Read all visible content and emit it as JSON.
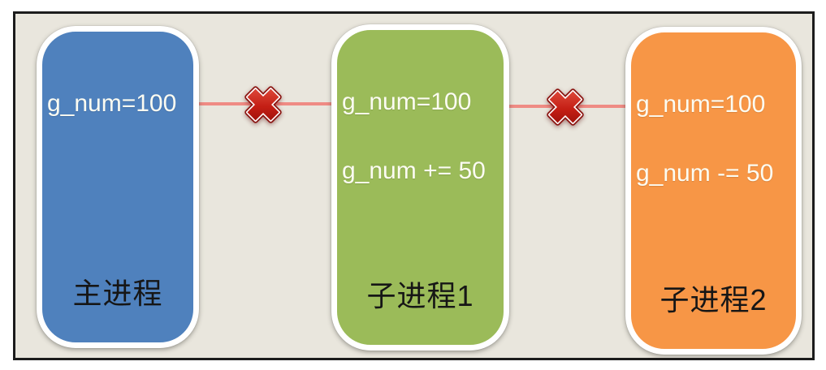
{
  "diagram": {
    "background_color": "#e9e6dd",
    "frame_color": "#1c1c1c",
    "connector_line_color": "#ef8b84",
    "connector_icon": "red-cross-icon",
    "boxes": [
      {
        "name": "main-process",
        "fill": "#4f81bd",
        "code_lines": [
          "g_num=100"
        ],
        "label": "主进程"
      },
      {
        "name": "child-process-1",
        "fill": "#9bbb59",
        "code_lines": [
          "g_num=100",
          "g_num += 50"
        ],
        "label": "子进程1"
      },
      {
        "name": "child-process-2",
        "fill": "#f79646",
        "code_lines": [
          "g_num=100",
          "g_num -= 50"
        ],
        "label": "子进程2"
      }
    ]
  }
}
